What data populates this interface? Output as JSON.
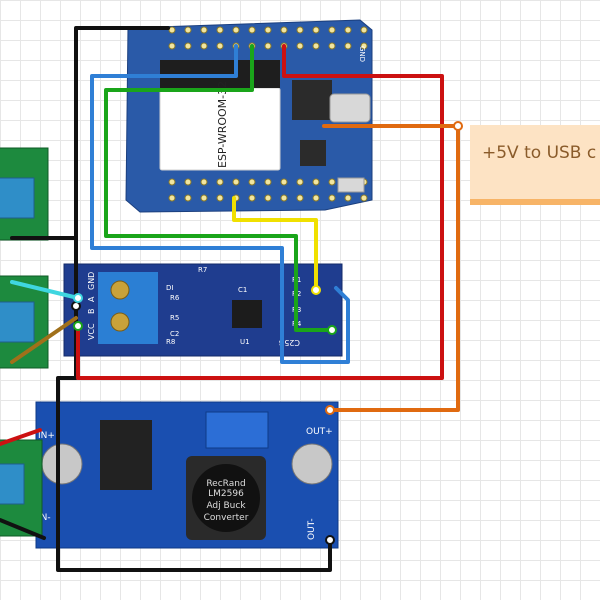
{
  "note": {
    "text": "+5V to USB c"
  },
  "esp32": {
    "module_label": "ESP-WROOM-32",
    "gnd_label": "GND"
  },
  "rs485": {
    "terminal_labels": [
      "GND",
      "A",
      "B",
      "VCC"
    ],
    "ref_labels": [
      "R7",
      "C1",
      "R6",
      "DI",
      "R5",
      "C2",
      "R8",
      "U1",
      "R1",
      "R2",
      "R3",
      "R4"
    ],
    "part_label": "C25B"
  },
  "buck": {
    "brand": "RecRand",
    "model": "LM2596",
    "line3": "Adj Buck",
    "line4": "Converter",
    "in_plus": "IN+",
    "in_minus": "IN-",
    "out_plus": "OUT+",
    "out_minus": "OUT-"
  },
  "colors": {
    "wire_black": "#111111",
    "wire_red": "#cc1111",
    "wire_green": "#1aa51a",
    "wire_blue": "#2f7fd6",
    "wire_yellow": "#f0e000",
    "wire_orange": "#e06a10",
    "wire_cyan": "#3fd6e0",
    "wire_brown": "#a0701a",
    "board_blue": "#1c3fa3",
    "terminal_green": "#1d8a3e"
  }
}
